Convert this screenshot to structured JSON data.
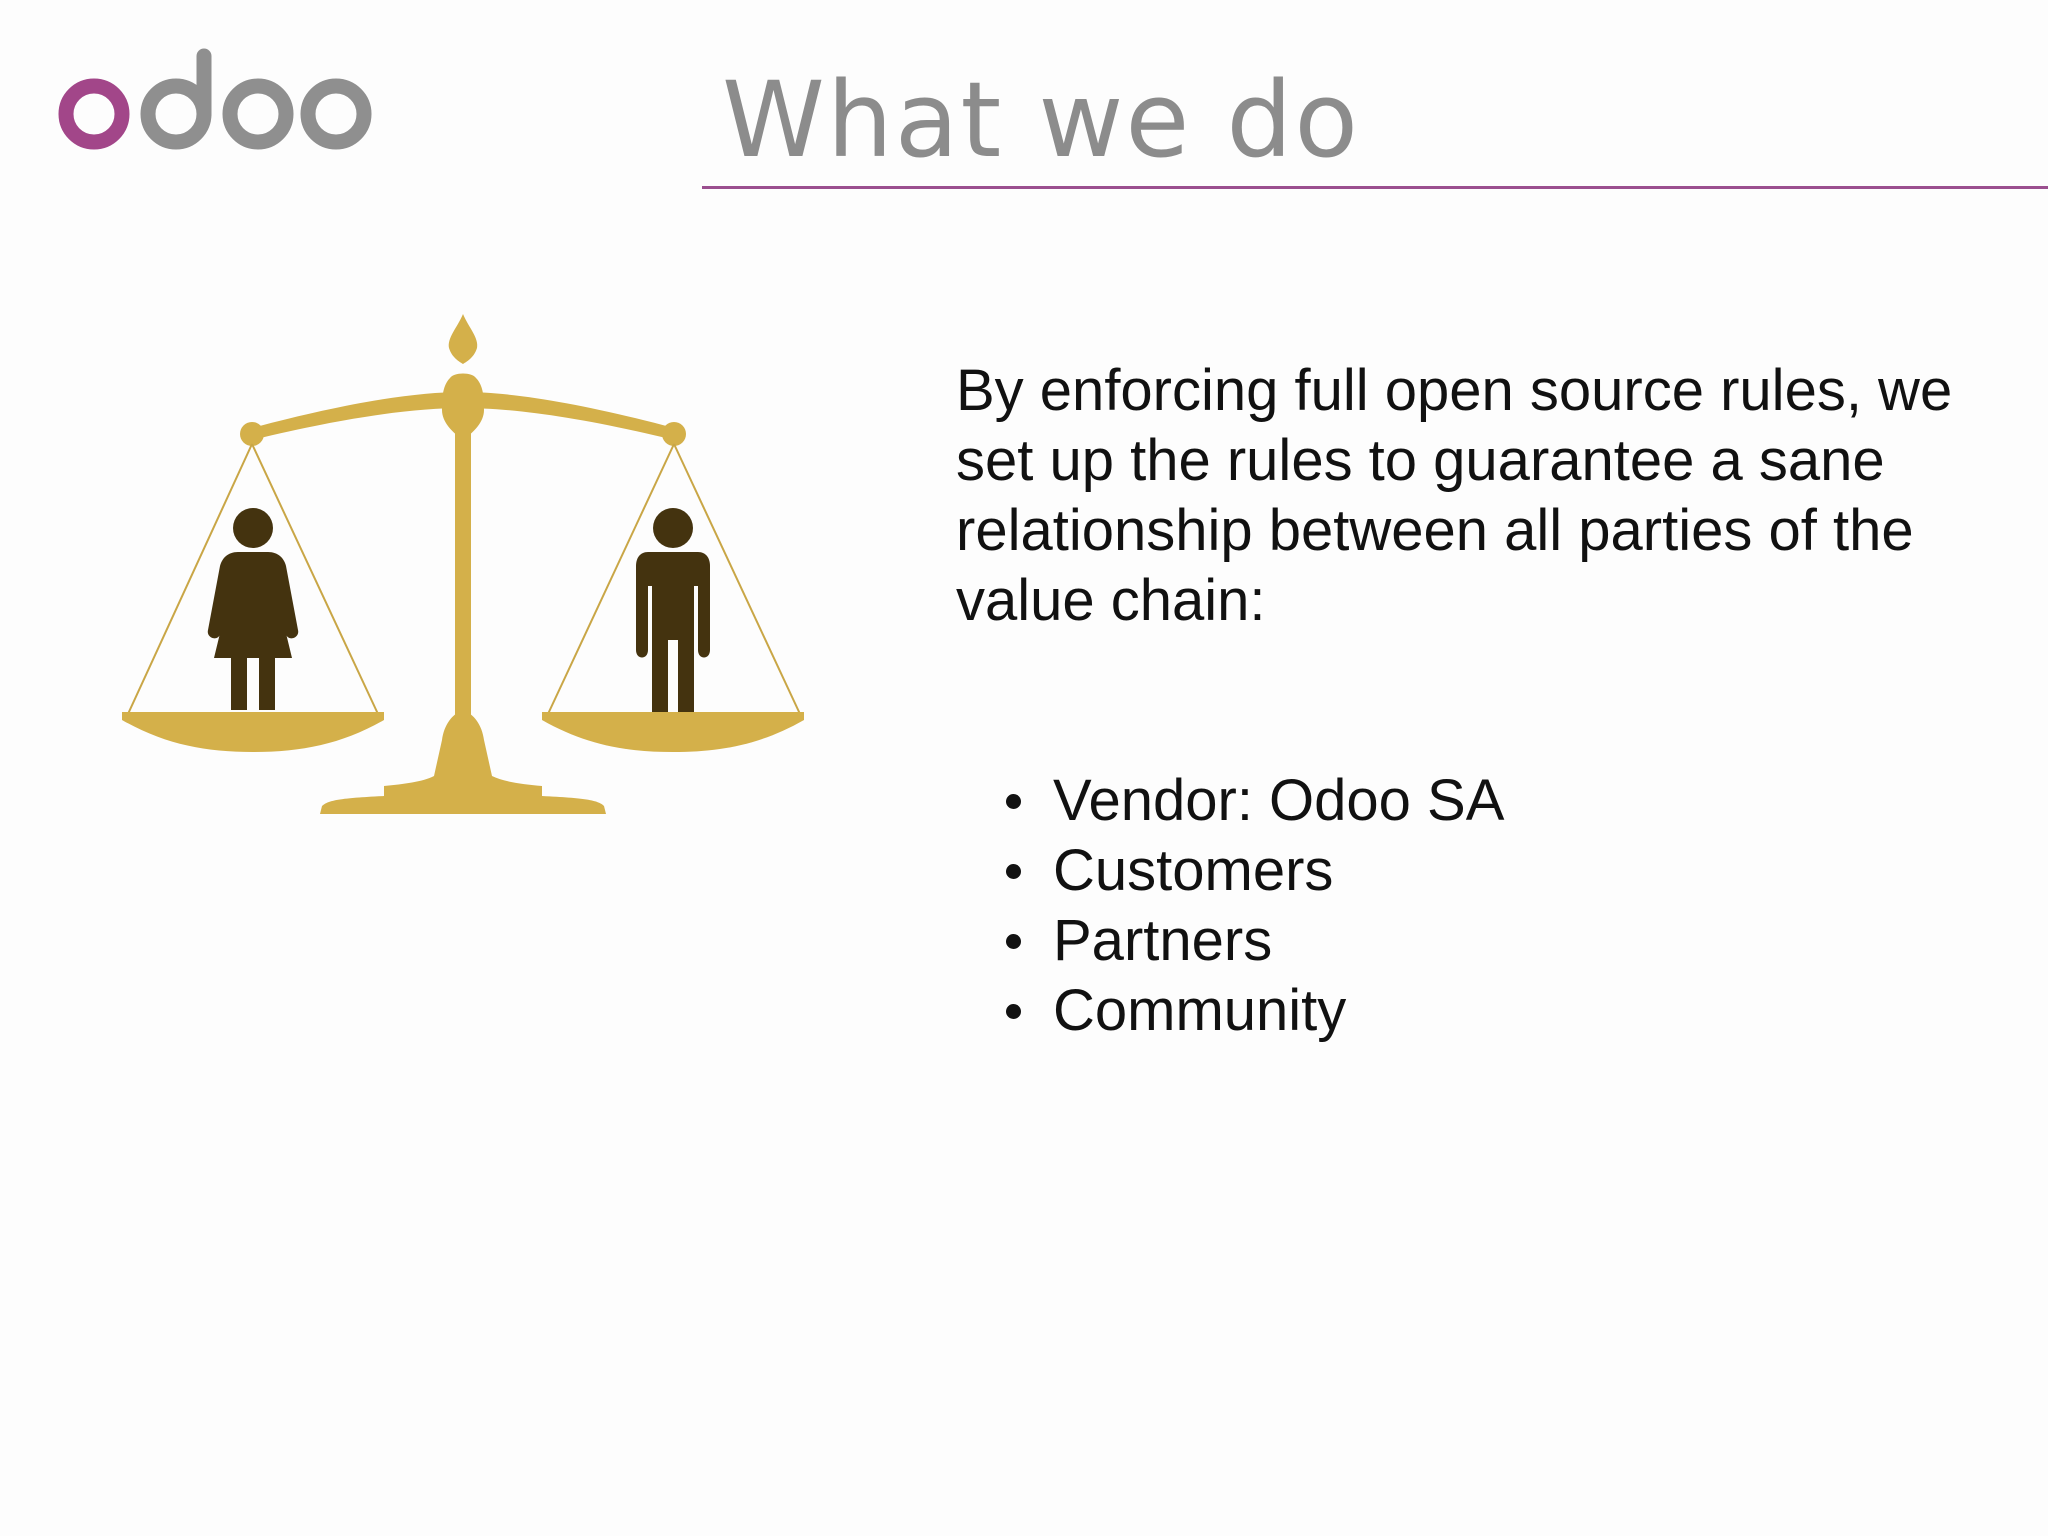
{
  "slide": {
    "title": "What we do",
    "body": "By enforcing full open source rules, we set up the rules to guarantee a sane relationship between all parties of the value chain:",
    "bullets": [
      "Vendor: Odoo SA",
      "Customers",
      "Partners",
      "Community"
    ]
  },
  "logo": {
    "text": "odoo",
    "colors": {
      "primary": "#a24689",
      "secondary": "#8f8f8f"
    }
  },
  "illustration": {
    "icon": "balance-scale-icon",
    "figures": [
      "woman-icon",
      "man-icon"
    ],
    "colors": {
      "scale": "#d4b04a",
      "figures": "#44330f"
    }
  },
  "theme": {
    "accent": "#9b4f8f",
    "title_color": "#8c8c8c",
    "text_color": "#111111",
    "background": "#fdfdfd"
  }
}
